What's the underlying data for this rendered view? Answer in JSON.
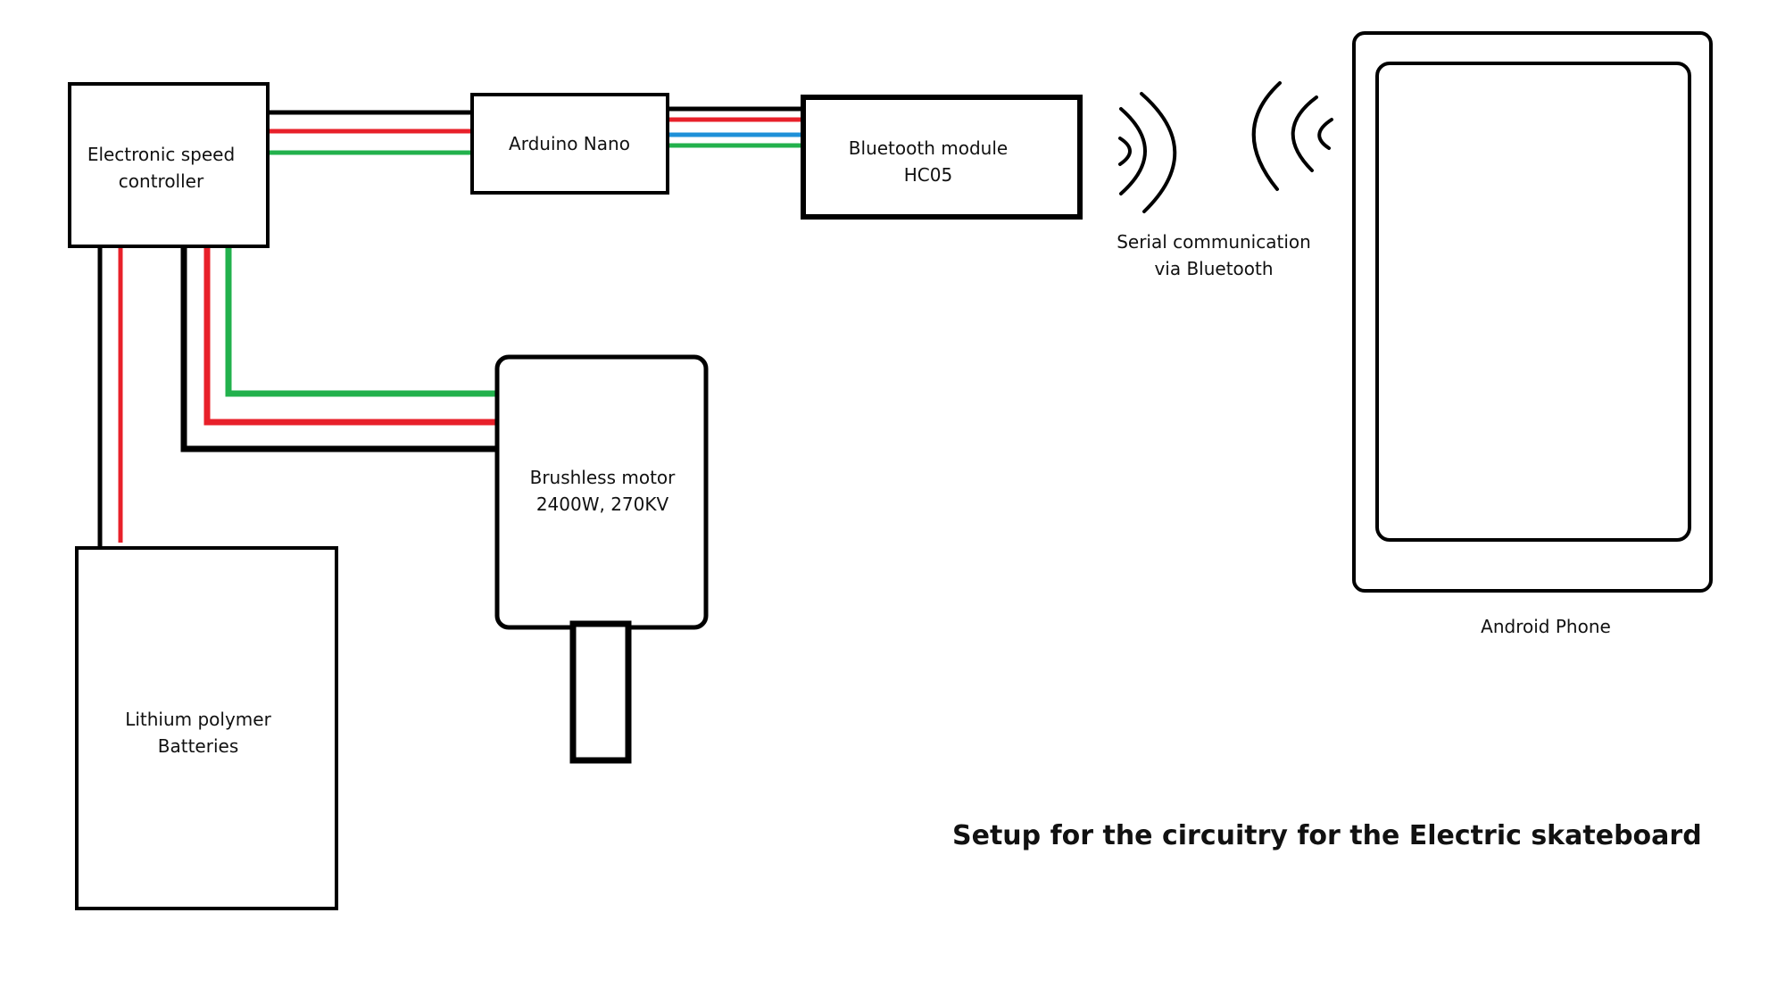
{
  "components": {
    "esc": {
      "line1": "Electronic speed",
      "line2": "controller"
    },
    "arduino": {
      "label": "Arduino Nano"
    },
    "bluetooth": {
      "line1": "Bluetooth module",
      "line2": "HC05"
    },
    "motor": {
      "line1": "Brushless motor",
      "line2": "2400W, 270KV"
    },
    "battery": {
      "line1": "Lithium polymer",
      "line2": "Batteries"
    },
    "phone": {
      "label": "Android Phone"
    }
  },
  "wireless": {
    "line1": "Serial communication",
    "line2": "via Bluetooth"
  },
  "title": "Setup for the circuitry for the Electric skateboard",
  "colors": {
    "black_wire": "#000000",
    "red_wire": "#e8202a",
    "green_wire": "#22b14c",
    "blue_wire": "#1e90d8",
    "outline": "#000000"
  }
}
